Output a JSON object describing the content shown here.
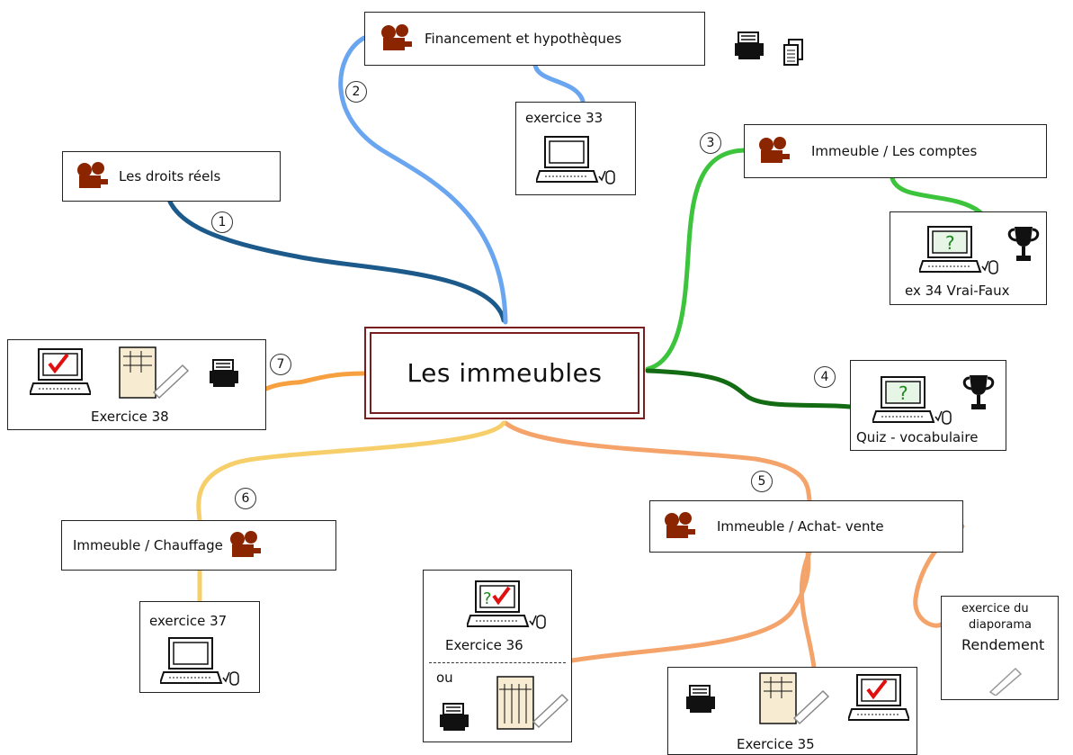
{
  "central": {
    "title": "Les immeubles"
  },
  "topics": {
    "droits": "Les droits réels",
    "financement": "Financement et hypothèques",
    "comptes": "Immeuble / Les comptes",
    "chauffage": "Immeuble / Chauffage",
    "achat": "Immeuble / Achat- vente"
  },
  "exercises": {
    "ex33": "exercice 33",
    "ex34": "ex 34 Vrai-Faux",
    "quiz": "Quiz - vocabulaire",
    "ex38": "Exercice 38",
    "ex37": "exercice 37",
    "ex36": "Exercice 36",
    "ex36_or": "ou",
    "ex35": "Exercice 35",
    "diaporama_line1": "exercice du",
    "diaporama_line2": "diaporama",
    "diaporama_line3": "Rendement"
  },
  "numbers": {
    "n1": "1",
    "n2": "2",
    "n3": "3",
    "n4": "4",
    "n5": "5",
    "n6": "6",
    "n7": "7"
  },
  "colors": {
    "link_blue_dark": "#1b5a8a",
    "link_blue_light": "#6aa6f0",
    "link_green": "#3cc43c",
    "link_green_dark": "#136b13",
    "link_orange": "#f4a46a",
    "link_yellow": "#f7cf6a",
    "link_orange_strong": "#f7a040",
    "central_border": "#7a1f1f",
    "projector": "#8b2500"
  },
  "icons": [
    "film-projector-icon",
    "laptop-icon",
    "mouse-icon",
    "printer-icon",
    "document-stack-icon",
    "trophy-icon",
    "worksheet-icon",
    "pen-icon",
    "question-mark-icon",
    "checkmark-icon"
  ]
}
